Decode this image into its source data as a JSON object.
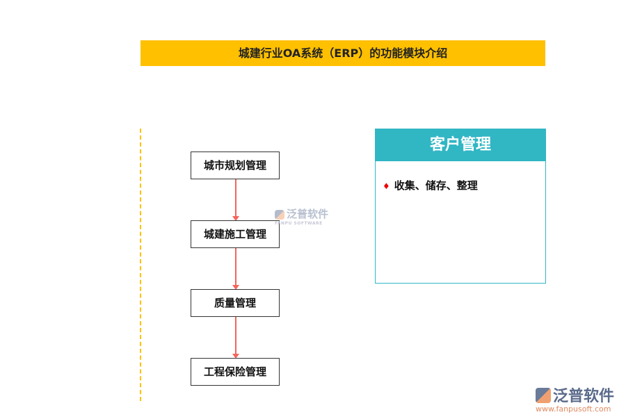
{
  "title": "城建行业OA系统（ERP）的功能模块介绍",
  "flow": [
    "城市规划管理",
    "城建施工管理",
    "质量管理",
    "工程保险管理"
  ],
  "panel": {
    "heading": "客户管理",
    "items": [
      "收集、储存、整理"
    ]
  },
  "watermark": {
    "name": "泛普软件",
    "sub": "FANPU SOFTWARE"
  },
  "logo": {
    "name": "泛普软件",
    "url": "www.fanpusoft.com"
  },
  "colors": {
    "title_bg": "#ffc000",
    "panel": "#31b6c4",
    "arrow": "#f4655b"
  }
}
